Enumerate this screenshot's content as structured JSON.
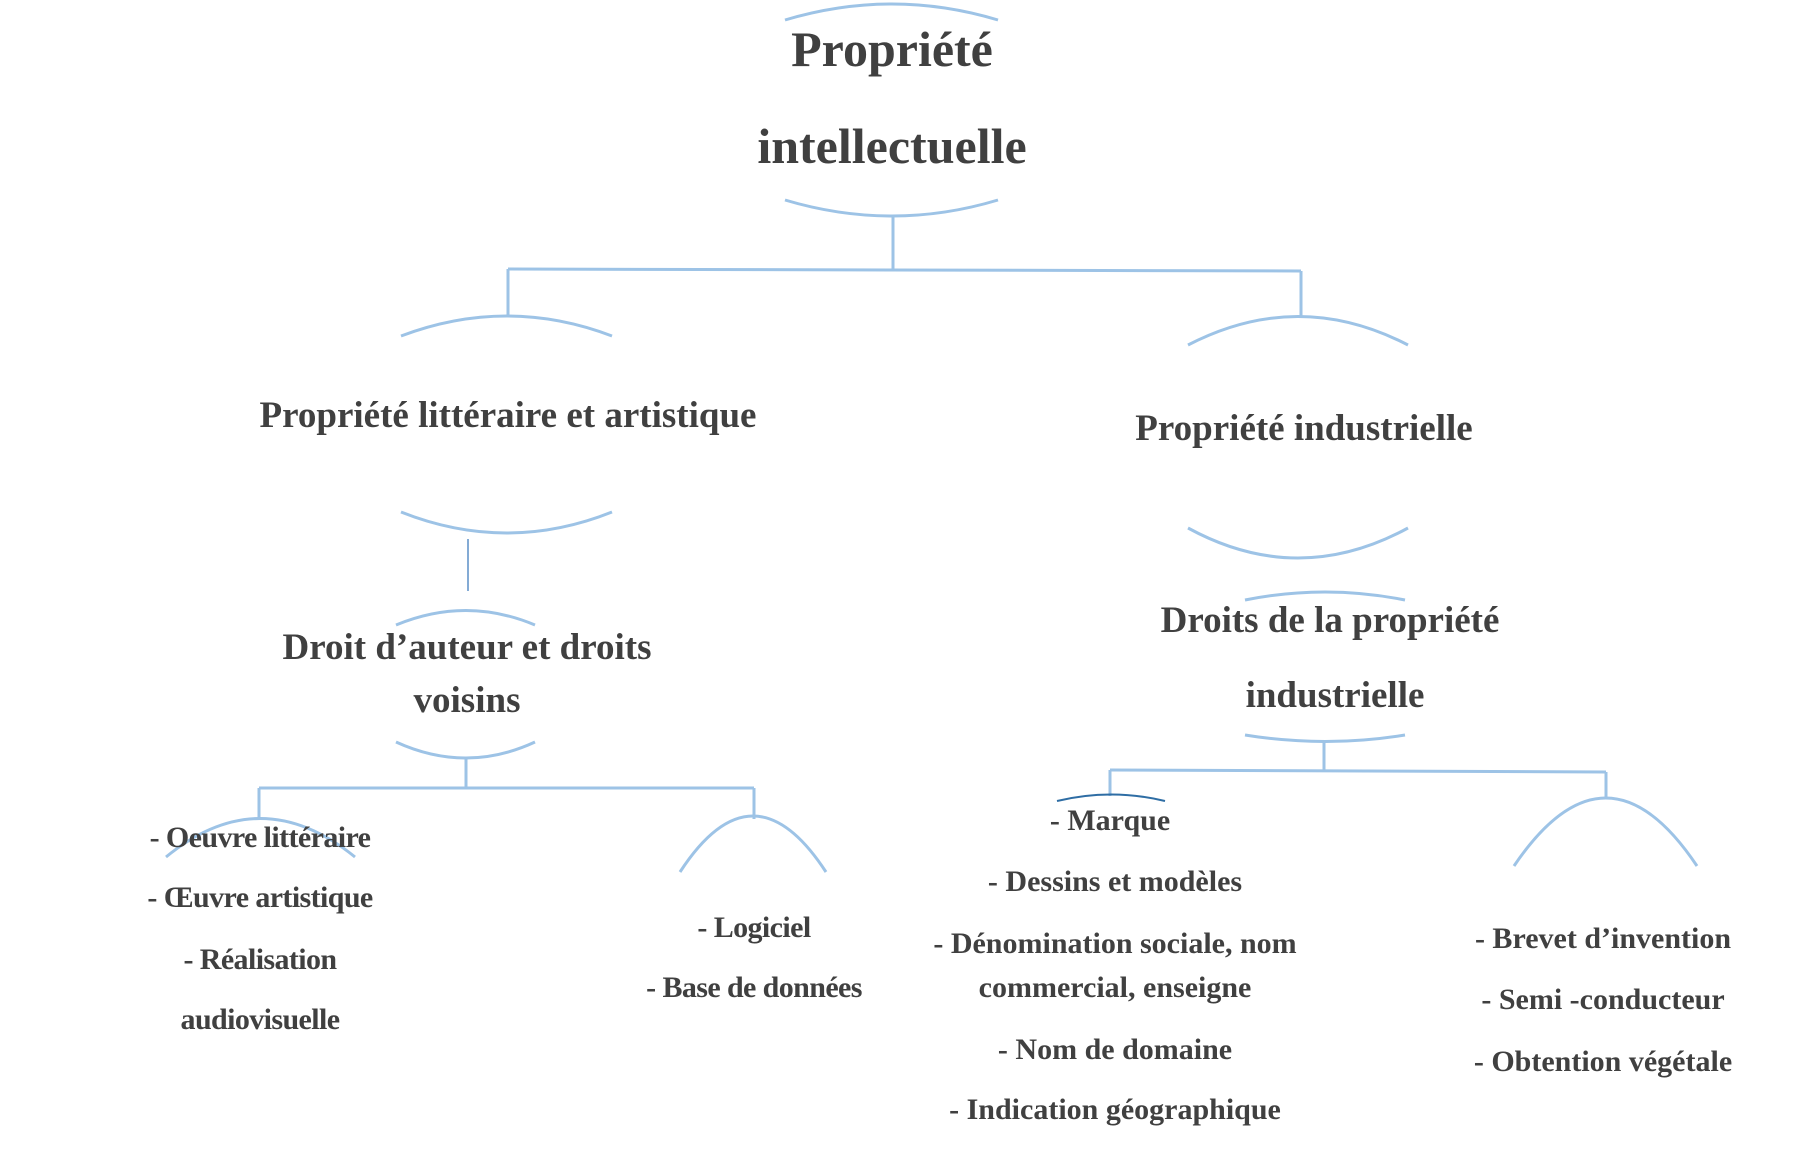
{
  "diagram": {
    "type": "tree",
    "colors": {
      "connector": "#9DC3E6",
      "connector_dark": "#5B8FC7",
      "marque_arc": "#2E6DA4",
      "text": "#404040",
      "background": "#ffffff"
    },
    "root": {
      "lines": [
        "Propriété",
        "intellectuelle"
      ]
    },
    "branches": [
      {
        "title": "Propriété littéraire et artistique",
        "child": {
          "lines": [
            "Droit d’auteur et droits",
            "voisins"
          ],
          "groups": [
            {
              "items": [
                "- Oeuvre littéraire",
                "- Œuvre artistique",
                "- Réalisation",
                "audiovisuelle"
              ]
            },
            {
              "items": [
                "- Logiciel",
                "- Base de données"
              ]
            }
          ]
        }
      },
      {
        "title": "Propriété industrielle",
        "child": {
          "lines": [
            "Droits de la propriété",
            "industrielle"
          ],
          "groups": [
            {
              "items": [
                "- Marque",
                "- Dessins et modèles",
                "- Dénomination sociale, nom",
                "commercial, enseigne",
                "- Nom de domaine",
                "- Indication géographique"
              ]
            },
            {
              "items": [
                "- Brevet d’invention",
                "- Semi -conducteur",
                "- Obtention végétale"
              ]
            }
          ]
        }
      }
    ]
  }
}
